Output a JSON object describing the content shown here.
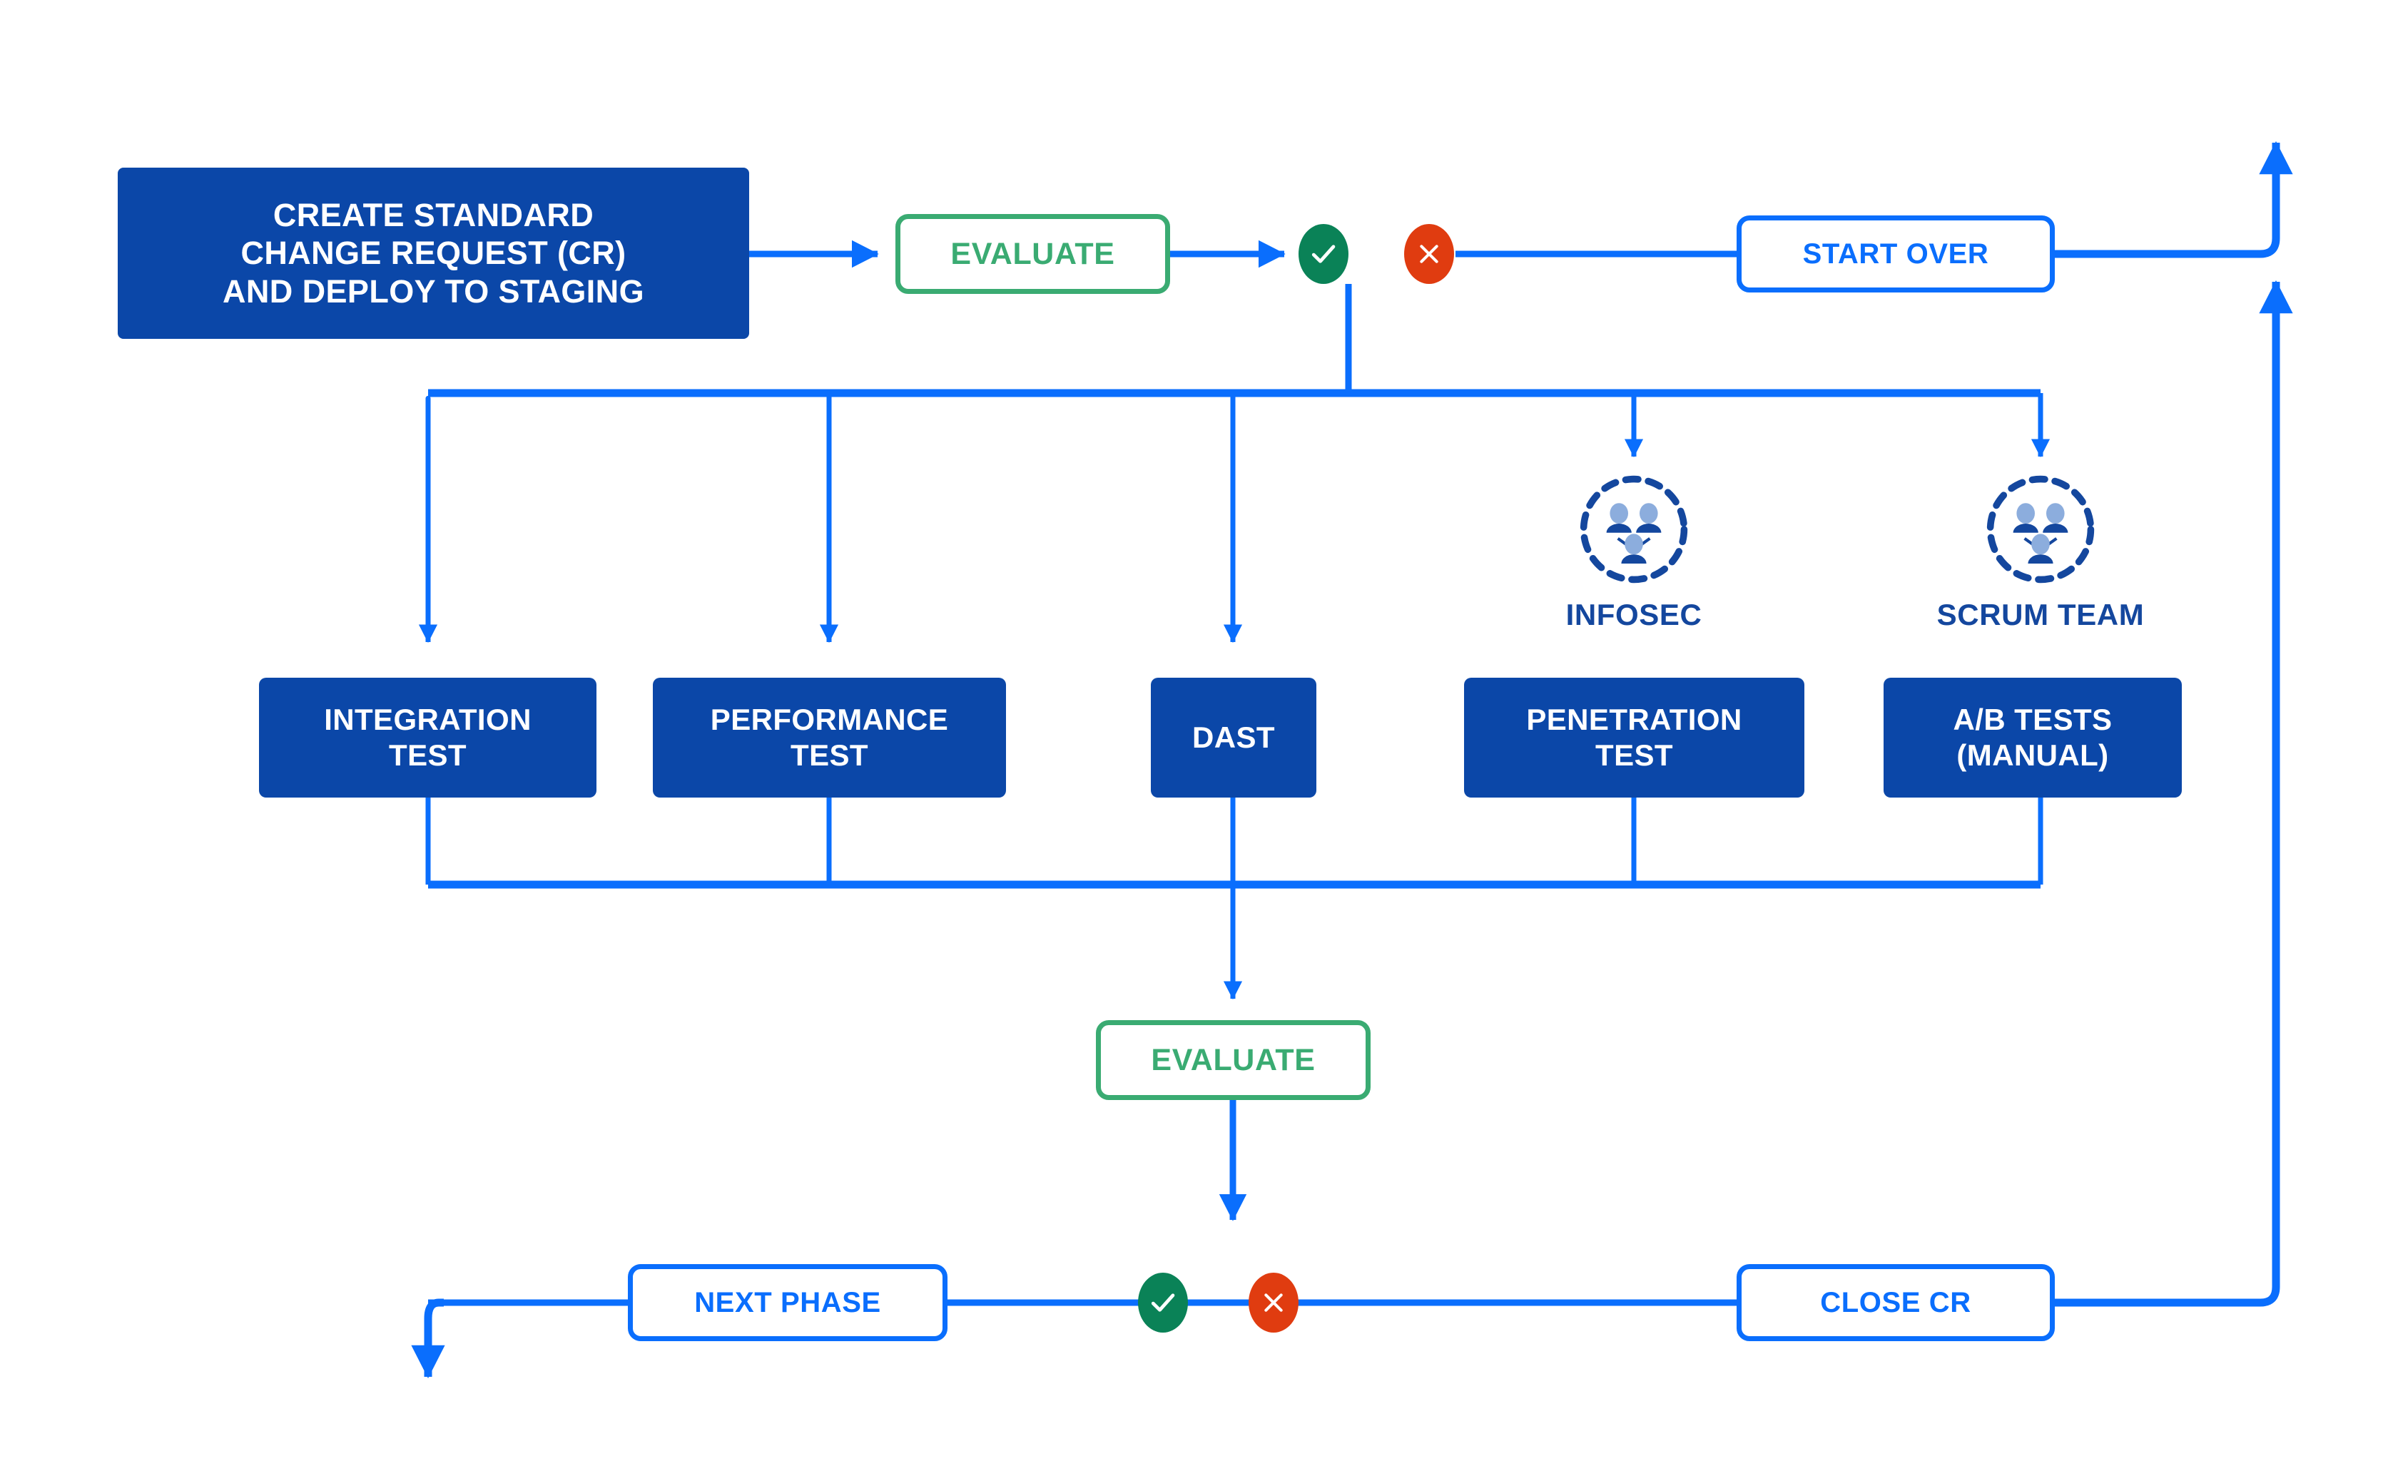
{
  "diagram": {
    "title_colors": {
      "process_fill": "#0b47a8",
      "line_blue": "#0a6efd",
      "evaluate_green": "#3aab72",
      "success_green": "#0a8257",
      "fail_red": "#e03c10",
      "label_blue": "#14479e",
      "person_light": "#8caddd",
      "background": "#ffffff"
    },
    "nodes": {
      "create_cr": "CREATE STANDARD\nCHANGE REQUEST (CR)\nAND DEPLOY TO STAGING",
      "create_cr_line1": "CREATE STANDARD",
      "create_cr_line2": "CHANGE REQUEST (CR)",
      "create_cr_line3": "AND DEPLOY TO STAGING",
      "evaluate_top": "EVALUATE",
      "start_over": "START OVER",
      "integration_test_line1": "INTEGRATION",
      "integration_test_line2": "TEST",
      "performance_test_line1": "PERFORMANCE",
      "performance_test_line2": "TEST",
      "dast": "DAST",
      "penetration_test_line1": "PENETRATION",
      "penetration_test_line2": "TEST",
      "ab_tests_line1": "A/B TESTS",
      "ab_tests_line2": "(MANUAL)",
      "evaluate_bottom": "EVALUATE",
      "next_phase": "NEXT PHASE",
      "close_cr": "CLOSE CR"
    },
    "actors": {
      "infosec": "INFOSEC",
      "scrum_team": "SCRUM TEAM"
    },
    "markers": {
      "approve_top": "check-mark",
      "reject_top": "cross-mark",
      "approve_bottom": "check-mark",
      "reject_bottom": "cross-mark"
    },
    "icons": {
      "team": "team-group-icon",
      "arrow": "arrow-head"
    }
  }
}
